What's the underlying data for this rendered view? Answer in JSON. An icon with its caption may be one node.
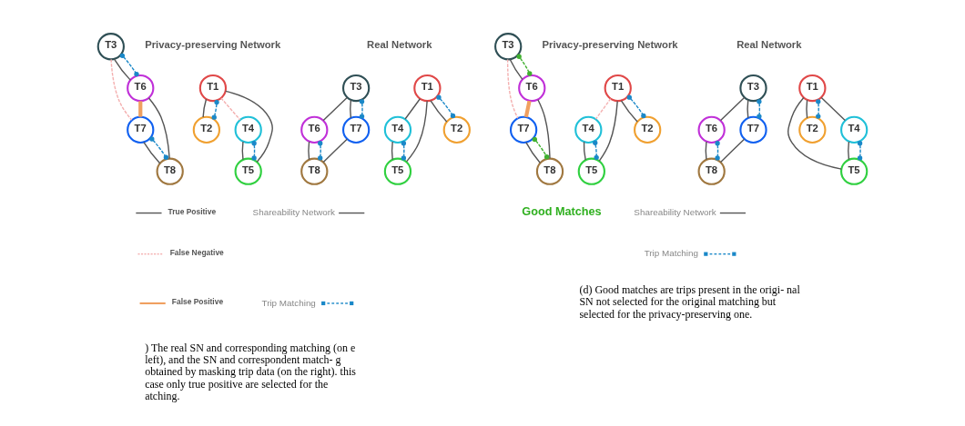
{
  "diagram": {
    "nodes": [
      {
        "text": [
          "T1"
        ]
      },
      {
        "text": [
          "T2"
        ]
      },
      {
        "text": [
          "T3"
        ]
      },
      {
        "text": [
          "T4"
        ]
      },
      {
        "text": [
          "T5"
        ]
      },
      {
        "text": [
          "T6"
        ]
      },
      {
        "text": [
          "T7"
        ]
      },
      {
        "text": [
          "T8"
        ]
      },
      {
        "text": [
          "T1"
        ]
      },
      {
        "text": [
          "T2"
        ]
      },
      {
        "text": [
          "T3"
        ]
      },
      {
        "text": [
          "T4"
        ]
      },
      {
        "text": [
          "T5"
        ]
      },
      {
        "text": [
          "T6"
        ]
      },
      {
        "text": [
          "T7"
        ]
      },
      {
        "text": [
          "T8"
        ]
      },
      {
        "text": [
          "T1"
        ]
      },
      {
        "text": [
          "T2"
        ]
      },
      {
        "text": [
          "T3"
        ]
      },
      {
        "text": [
          "T4"
        ]
      },
      {
        "text": [
          "T5"
        ]
      },
      {
        "text": [
          "T6"
        ]
      },
      {
        "text": [
          "T7"
        ]
      },
      {
        "text": [
          "T8"
        ]
      },
      {
        "text": [
          "T1"
        ]
      },
      {
        "text": [
          "T2"
        ]
      },
      {
        "text": [
          "T3"
        ]
      },
      {
        "text": [
          "T4"
        ]
      },
      {
        "text": [
          "T5"
        ]
      },
      {
        "text": [
          "T6"
        ]
      },
      {
        "text": [
          "T7"
        ]
      },
      {
        "text": [
          "T8"
        ]
      }
    ],
    "edges": [
      {
        "from": 0,
        "to": 1,
        "arrow": "none"
      },
      {
        "from": 0,
        "to": 1,
        "arrow": "other",
        "style": "dashed",
        "color": "#1a88c8"
      },
      {
        "from": 0,
        "to": 4,
        "arrow": "none"
      },
      {
        "from": 0,
        "to": 3,
        "arrow": "none"
      },
      {
        "from": 3,
        "to": 4,
        "arrow": "none"
      },
      {
        "from": 3,
        "to": 4,
        "arrow": "other",
        "style": "dashed",
        "color": "#1a88c8"
      },
      {
        "from": 2,
        "to": 5,
        "arrow": "none"
      },
      {
        "from": 2,
        "to": 6,
        "arrow": "none"
      },
      {
        "from": 2,
        "to": 6,
        "arrow": "other",
        "style": "dashed",
        "color": "#1a88c8"
      },
      {
        "from": 5,
        "to": 7,
        "arrow": "none"
      },
      {
        "from": 5,
        "to": 7,
        "arrow": "other",
        "style": "dashed",
        "color": "#1a88c8"
      },
      {
        "from": 6,
        "to": 7,
        "arrow": "none"
      },
      {
        "from": 8,
        "to": 9,
        "arrow": "none"
      },
      {
        "from": 8,
        "to": 9,
        "arrow": "other",
        "style": "dashed",
        "color": "#1a88c8"
      },
      {
        "from": 8,
        "to": 12,
        "arrow": "none"
      },
      {
        "from": 8,
        "to": 11,
        "arrow": "none",
        "style": "dashed",
        "color": "#f4b0b0"
      },
      {
        "from": 11,
        "to": 12,
        "arrow": "none"
      },
      {
        "from": 11,
        "to": 12,
        "arrow": "other",
        "style": "dashed",
        "color": "#1a88c8"
      },
      {
        "from": 10,
        "to": 13,
        "arrow": "none"
      },
      {
        "from": 10,
        "to": 13,
        "arrow": "other",
        "style": "dashed",
        "color": "#1a88c8"
      },
      {
        "from": 10,
        "to": 14,
        "arrow": "none",
        "style": "dashed",
        "color": "#f4b0b0"
      },
      {
        "from": 13,
        "to": 14,
        "arrow": "none",
        "style": "thick",
        "color": "#f0a060"
      },
      {
        "from": 13,
        "to": 15,
        "arrow": "none"
      },
      {
        "from": 14,
        "to": 15,
        "arrow": "none"
      },
      {
        "from": 14,
        "to": 15,
        "arrow": "other",
        "style": "dashed",
        "color": "#1a88c8"
      },
      {
        "from": 16,
        "to": 17,
        "arrow": "none"
      },
      {
        "from": 16,
        "to": 17,
        "arrow": "other",
        "style": "dashed",
        "color": "#1a88c8"
      },
      {
        "from": 16,
        "to": 20,
        "arrow": "none"
      },
      {
        "from": 16,
        "to": 19,
        "arrow": "none"
      },
      {
        "from": 19,
        "to": 20,
        "arrow": "none"
      },
      {
        "from": 19,
        "to": 20,
        "arrow": "other",
        "style": "dashed",
        "color": "#1a88c8"
      },
      {
        "from": 18,
        "to": 21,
        "arrow": "none"
      },
      {
        "from": 18,
        "to": 22,
        "arrow": "none"
      },
      {
        "from": 18,
        "to": 22,
        "arrow": "other",
        "style": "dashed",
        "color": "#1a88c8"
      },
      {
        "from": 21,
        "to": 23,
        "arrow": "none"
      },
      {
        "from": 21,
        "to": 23,
        "arrow": "other",
        "style": "dashed",
        "color": "#1a88c8"
      },
      {
        "from": 22,
        "to": 23,
        "arrow": "none"
      },
      {
        "from": 24,
        "to": 25,
        "arrow": "none"
      },
      {
        "from": 24,
        "to": 25,
        "arrow": "other",
        "style": "dashed",
        "color": "#1a88c8"
      },
      {
        "from": 24,
        "to": 28,
        "arrow": "none"
      },
      {
        "from": 24,
        "to": 27,
        "arrow": "none",
        "style": "dashed",
        "color": "#f4b0b0"
      },
      {
        "from": 27,
        "to": 28,
        "arrow": "none"
      },
      {
        "from": 27,
        "to": 28,
        "arrow": "other",
        "style": "dashed",
        "color": "#1a88c8"
      },
      {
        "from": 26,
        "to": 29,
        "arrow": "none"
      },
      {
        "from": 26,
        "to": 29,
        "arrow": "other",
        "style": "dashed",
        "color": "#40b030"
      },
      {
        "from": 26,
        "to": 30,
        "arrow": "none",
        "style": "dashed",
        "color": "#f4b0b0"
      },
      {
        "from": 29,
        "to": 30,
        "arrow": "none",
        "style": "thick",
        "color": "#f0a060"
      },
      {
        "from": 29,
        "to": 31,
        "arrow": "none"
      },
      {
        "from": 30,
        "to": 31,
        "arrow": "none"
      },
      {
        "from": 30,
        "to": 31,
        "arrow": "other",
        "style": "dashed",
        "color": "#40b030"
      }
    ],
    "labels": [
      "Real Network",
      "Privacy-preserving Network",
      "Real Network",
      "Privacy-preserving Network",
      "Good Matches",
      ") The real SN and corresponding matching (on e left), and the SN and correspondent match- g obtained by masking trip data (on the right). this case only true positive are selected for the atching.",
      "(d) Good matches are trips present in the origi- nal SN not selected for the original matching but selected for the privacy-preserving one."
    ],
    "legend": [
      {
        "text": "Shareability Network"
      },
      {
        "text": "Trip Matching"
      },
      {
        "text": "True Positive"
      },
      {
        "text": "False Negative"
      },
      {
        "text": "False Positive"
      },
      {
        "text": "Shareability Network"
      },
      {
        "text": "Trip Matching"
      }
    ]
  }
}
